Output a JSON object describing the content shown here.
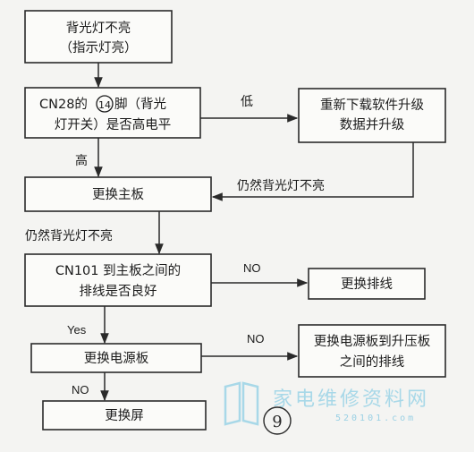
{
  "nodes": {
    "n1": {
      "line1": "背光灯不亮",
      "line2": "（指示灯亮）"
    },
    "n2": {
      "line1a": "CN28的",
      "circled": "14",
      "line1b": "脚（背光",
      "line2": "灯开关）是否高电平"
    },
    "n3": {
      "line1": "重新下载软件升级",
      "line2": "数据并升级"
    },
    "n4": {
      "line1": "更换主板"
    },
    "n5": {
      "line1": "CN101 到主板之间的",
      "line2": "排线是否良好"
    },
    "n6": {
      "line1": "更换排线"
    },
    "n7": {
      "line1": "更换电源板"
    },
    "n8": {
      "line1": "更换电源板到升压板",
      "line2": "之间的排线"
    },
    "n9": {
      "line1": "更换屏"
    }
  },
  "edges": {
    "low": "低",
    "high": "高",
    "still_not_lit_1": "仍然背光灯不亮",
    "still_not_lit_2": "仍然背光灯不亮",
    "no_1": "NO",
    "yes": "Yes",
    "no_2": "NO",
    "no_3": "NO"
  },
  "figure_number": "9",
  "watermark": {
    "text": "家电维修资料网",
    "url": "520101.com"
  }
}
